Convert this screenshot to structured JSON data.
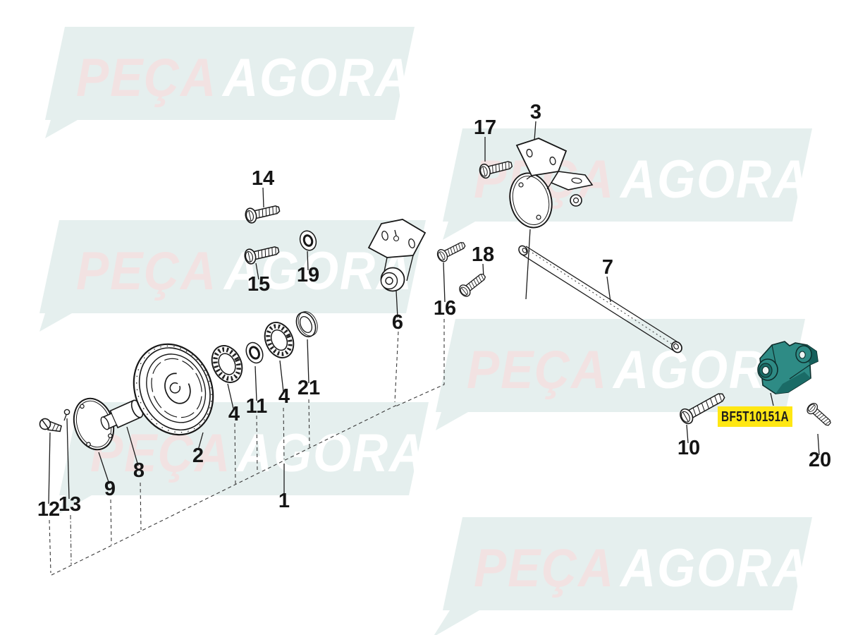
{
  "page": {
    "background": "#ffffff"
  },
  "watermark": {
    "word1": "PEÇA",
    "word2": "AGORA",
    "band_color": "#e5efee",
    "word1_color": "#f2e2e2",
    "word2_color": "#ffffff"
  },
  "highlighted_part": {
    "code": "BF5T10151A",
    "tag_bg": "#ffe713",
    "tag_text_color": "#1c1c1c",
    "part_color": "#2e8b85",
    "part_color_dark": "#1a6b66",
    "part_color_darker": "#155f5b"
  },
  "callouts": [
    {
      "label": "3"
    },
    {
      "label": "17"
    },
    {
      "label": "14"
    },
    {
      "label": "19"
    },
    {
      "label": "15"
    },
    {
      "label": "6"
    },
    {
      "label": "16"
    },
    {
      "label": "18"
    },
    {
      "label": "7"
    },
    {
      "label": "21"
    },
    {
      "label": "4"
    },
    {
      "label": "11"
    },
    {
      "label": "4"
    },
    {
      "label": "2"
    },
    {
      "label": "8"
    },
    {
      "label": "9"
    },
    {
      "label": "13"
    },
    {
      "label": "12"
    },
    {
      "label": "1"
    },
    {
      "label": "10"
    },
    {
      "label": "20"
    }
  ]
}
